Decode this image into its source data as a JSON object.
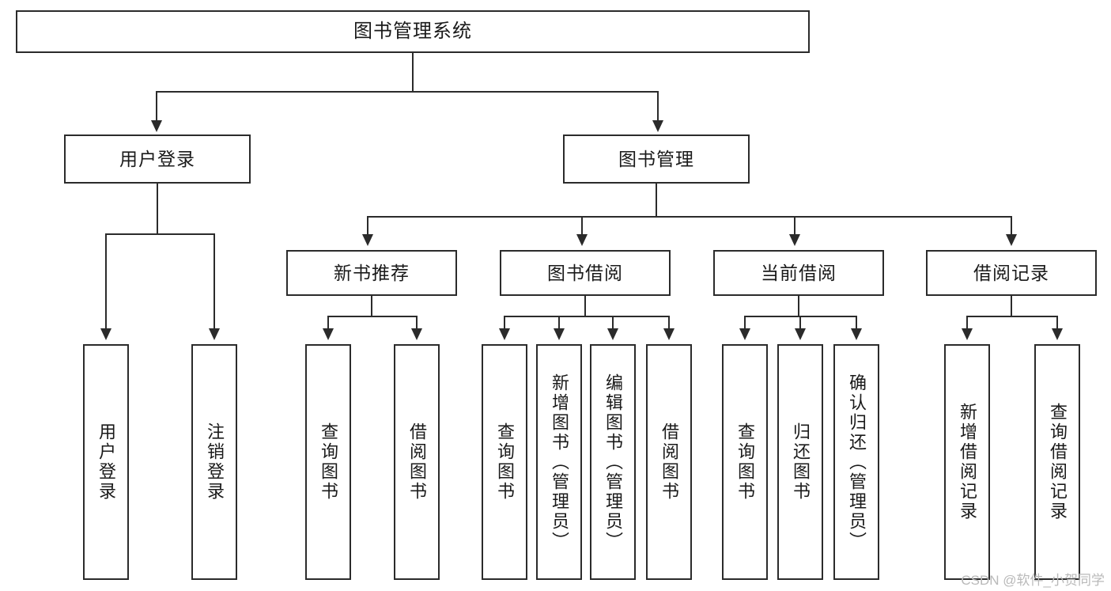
{
  "diagram": {
    "title": "图书管理系统",
    "type": "tree-hierarchy",
    "orientation": "top-down",
    "line_color": "#2b2b2b",
    "box_fill": "#ffffff",
    "text_color": "#1a1a1a"
  },
  "root": {
    "label": "图书管理系统"
  },
  "level2": [
    {
      "label": "用户登录"
    },
    {
      "label": "图书管理"
    }
  ],
  "level3": [
    {
      "label": "新书推荐"
    },
    {
      "label": "图书借阅"
    },
    {
      "label": "当前借阅"
    },
    {
      "label": "借阅记录"
    }
  ],
  "leaves": [
    {
      "label": "用户登录",
      "parent": "用户登录"
    },
    {
      "label": "注销登录",
      "parent": "用户登录"
    },
    {
      "label": "查询图书",
      "parent": "新书推荐"
    },
    {
      "label": "借阅图书",
      "parent": "新书推荐"
    },
    {
      "label": "查询图书",
      "parent": "图书借阅"
    },
    {
      "label": "新增图书（管理员）",
      "parent": "图书借阅"
    },
    {
      "label": "编辑图书（管理员）",
      "parent": "图书借阅"
    },
    {
      "label": "借阅图书",
      "parent": "图书借阅"
    },
    {
      "label": "查询图书",
      "parent": "当前借阅"
    },
    {
      "label": "归还图书",
      "parent": "当前借阅"
    },
    {
      "label": "确认归还（管理员）",
      "parent": "当前借阅"
    },
    {
      "label": "新增借阅记录",
      "parent": "借阅记录"
    },
    {
      "label": "查询借阅记录",
      "parent": "借阅记录"
    }
  ],
  "watermark": {
    "text": "CSDN @软件_小贺同学"
  }
}
